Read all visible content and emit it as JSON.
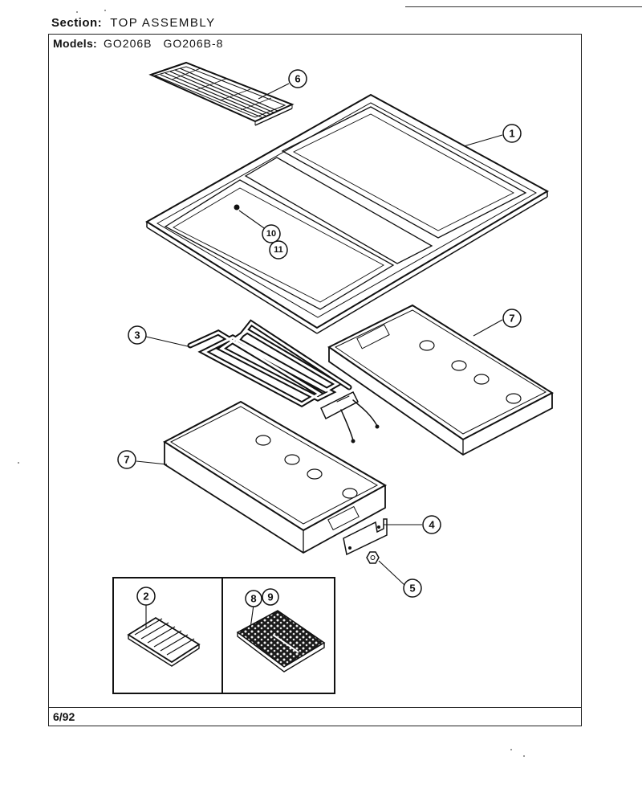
{
  "header": {
    "section_label": "Section:",
    "section_value": "TOP ASSEMBLY",
    "models_label": "Models:",
    "models": [
      "GO206B",
      "GO206B-8"
    ]
  },
  "footer": {
    "date_code": "6/92"
  },
  "callouts": {
    "c1": "1",
    "c2": "2",
    "c3": "3",
    "c4": "4",
    "c5": "5",
    "c6": "6",
    "c7a": "7",
    "c7b": "7",
    "c8": "8",
    "c9": "9",
    "c10": "10",
    "c11": "11"
  }
}
